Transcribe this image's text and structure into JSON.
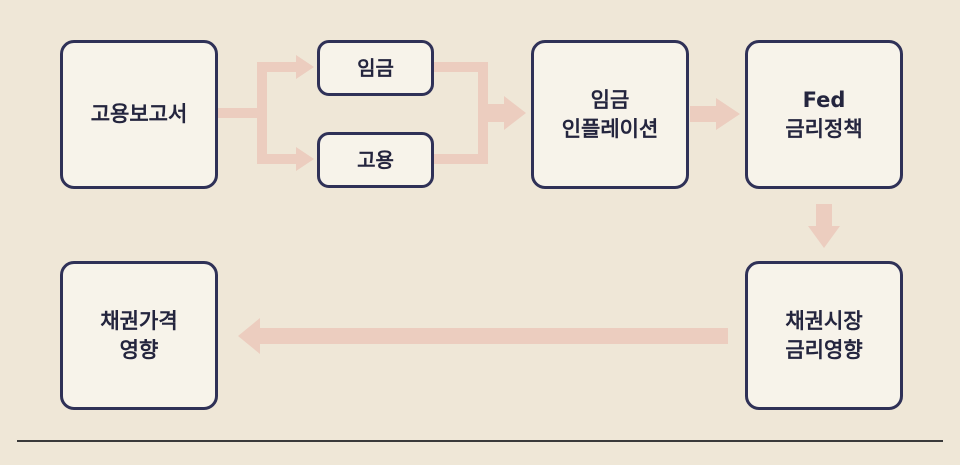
{
  "nodes": {
    "employment_report": {
      "label": "고용보고서"
    },
    "wage": {
      "label": "임금"
    },
    "employment": {
      "label": "고용"
    },
    "wage_inflation": {
      "line1": "임금",
      "line2": "인플레이션"
    },
    "fed_rate_policy": {
      "line1": "Fed",
      "line2": "금리정책"
    },
    "bond_market_rate_effect": {
      "line1": "채권시장",
      "line2": "금리영향"
    },
    "bond_price_effect": {
      "line1": "채권가격",
      "line2": "영향"
    }
  },
  "colors": {
    "background": "#efe7d7",
    "box_fill": "#f7f3ea",
    "box_border": "#2f3157",
    "arrow": "#eccdbf",
    "rule": "#3a3a3a"
  }
}
